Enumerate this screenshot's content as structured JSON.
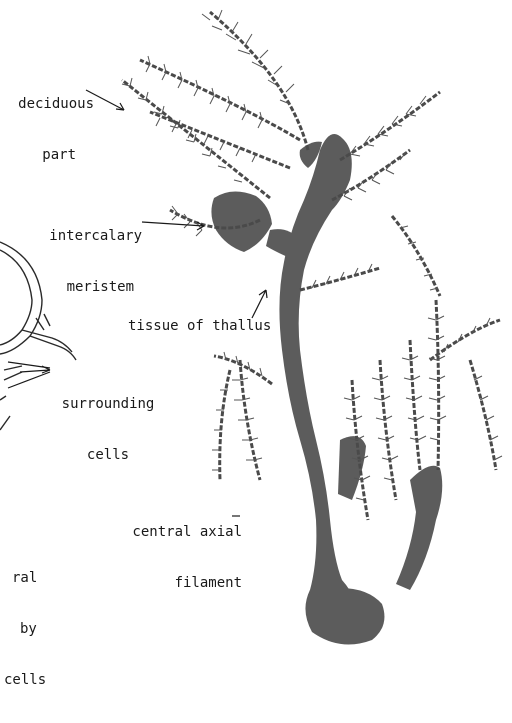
{
  "labels": {
    "deciduous_part": [
      "deciduous",
      "part"
    ],
    "intercalary_meristem": [
      "intercalary",
      "meristem"
    ],
    "tissue_of_thallus": "tissue of thallus",
    "surrounding_cells": [
      "surrounding",
      "cells"
    ],
    "central_axial_filament": [
      "central axial",
      "filament"
    ],
    "partial_text": [
      "ral",
      "by",
      "cells"
    ]
  },
  "colors": {
    "thallus": "#5c5c5c",
    "ink": "#1a1a1a",
    "background": "#ffffff"
  }
}
